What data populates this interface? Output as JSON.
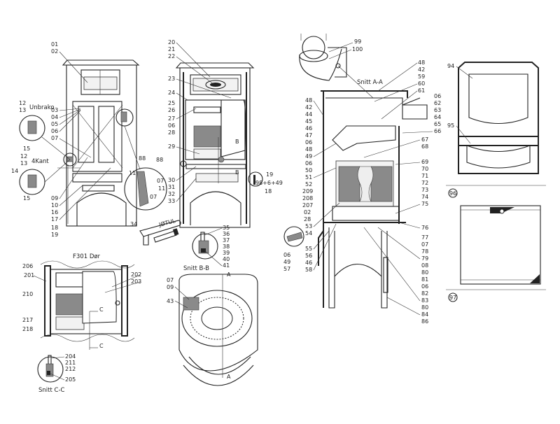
{
  "front_view": {
    "labels": [
      "01",
      "02",
      "Unbrako",
      "12",
      "13",
      "03",
      "04",
      "05",
      "06",
      "15",
      "07",
      "12",
      "13",
      "4Kant",
      "14",
      "15",
      "09",
      "10",
      "16",
      "17",
      "18",
      "19",
      "11",
      "07",
      "11",
      "07",
      "88",
      "34"
    ]
  },
  "center_view": {
    "labels": [
      "20",
      "21",
      "22",
      "23",
      "24",
      "25",
      "26",
      "27",
      "06",
      "28",
      "29",
      "88",
      "30",
      "31",
      "32",
      "33",
      "19",
      "98+6+49",
      "18",
      "B",
      "B"
    ],
    "tool_brand": "JØTUL",
    "section_bb": {
      "title": "Snitt B-B",
      "labels": [
        "35",
        "36",
        "37",
        "38",
        "39",
        "40",
        "41"
      ]
    }
  },
  "door_view": {
    "title": "F301 Dør",
    "labels": [
      "206",
      "201",
      "202",
      "203",
      "210",
      "217",
      "218",
      "C",
      "C"
    ],
    "section_cc": {
      "title": "Snitt C-C",
      "labels": [
        "204",
        "211",
        "212",
        "205"
      ]
    }
  },
  "top_view": {
    "labels": [
      "07",
      "09",
      "43",
      "A",
      "A"
    ]
  },
  "section_aa": {
    "title": "Snitt A-A",
    "labels_top": [
      "99",
      "100"
    ],
    "labels_right": [
      "48",
      "42",
      "59",
      "60",
      "61",
      "06",
      "62",
      "63",
      "64",
      "65",
      "66",
      "67",
      "68",
      "69",
      "70",
      "71",
      "72",
      "73",
      "74",
      "75",
      "76",
      "77",
      "07",
      "78",
      "79",
      "08",
      "80",
      "81",
      "06",
      "82",
      "83",
      "80",
      "84",
      "86"
    ],
    "labels_left": [
      "48",
      "42",
      "44",
      "45",
      "46",
      "47",
      "06",
      "48",
      "49",
      "06",
      "50",
      "51",
      "52",
      "209",
      "208",
      "207",
      "02",
      "28",
      "53",
      "54",
      "55",
      "56",
      "46",
      "58"
    ],
    "detail_labels": [
      "06",
      "49",
      "57"
    ]
  },
  "accessories": {
    "labels": [
      "94",
      "95",
      "96",
      "97"
    ]
  }
}
